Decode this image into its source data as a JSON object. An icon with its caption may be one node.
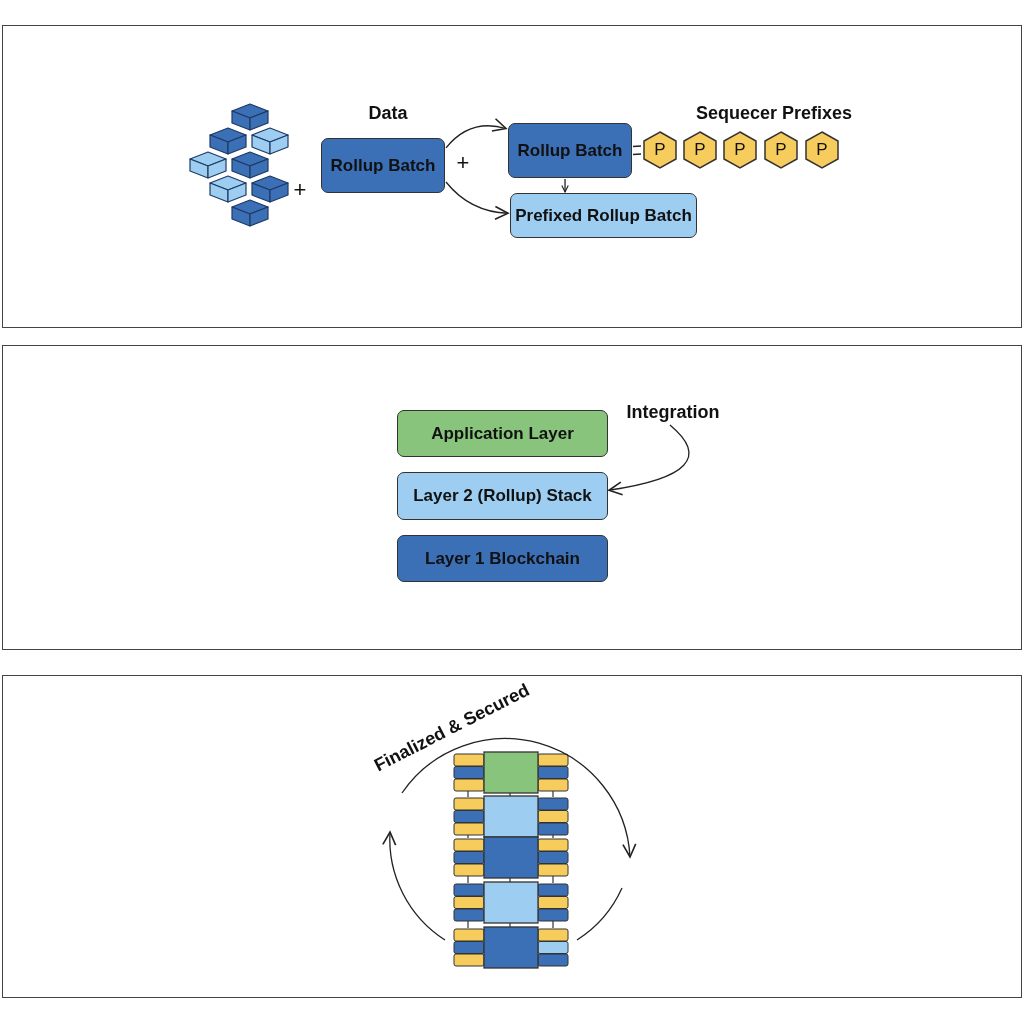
{
  "diagram": {
    "nodes": [
      {
        "text": [
          "Rollup Batch"
        ]
      },
      {
        "text": [
          "Rollup Batch"
        ]
      },
      {
        "text": [
          "Prefixed Rollup Batch"
        ]
      },
      {
        "text": [
          "P"
        ]
      },
      {
        "text": [
          "P"
        ]
      },
      {
        "text": [
          "P"
        ]
      },
      {
        "text": [
          "P"
        ]
      },
      {
        "text": [
          "P"
        ]
      },
      {
        "text": [
          "Application Layer"
        ]
      },
      {
        "text": [
          "Layer 2 (Rollup) Stack"
        ]
      },
      {
        "text": [
          "Layer 1 Blockchain"
        ]
      },
      {
        "text": [
          "Integration"
        ]
      }
    ],
    "edges": [
      {
        "from": 0,
        "to": 1,
        "arrow": "to"
      },
      {
        "from": 0,
        "to": 2,
        "arrow": "to"
      },
      {
        "from": 1,
        "to": 2,
        "arrow": "to"
      },
      {
        "from": 1,
        "to": 3,
        "arrow": "none"
      },
      {
        "from": 11,
        "to": 9,
        "arrow": "to"
      }
    ],
    "labels": [
      "Data",
      "Sequecer Prefixes",
      "+",
      "+",
      "Finalized & Secured"
    ]
  }
}
